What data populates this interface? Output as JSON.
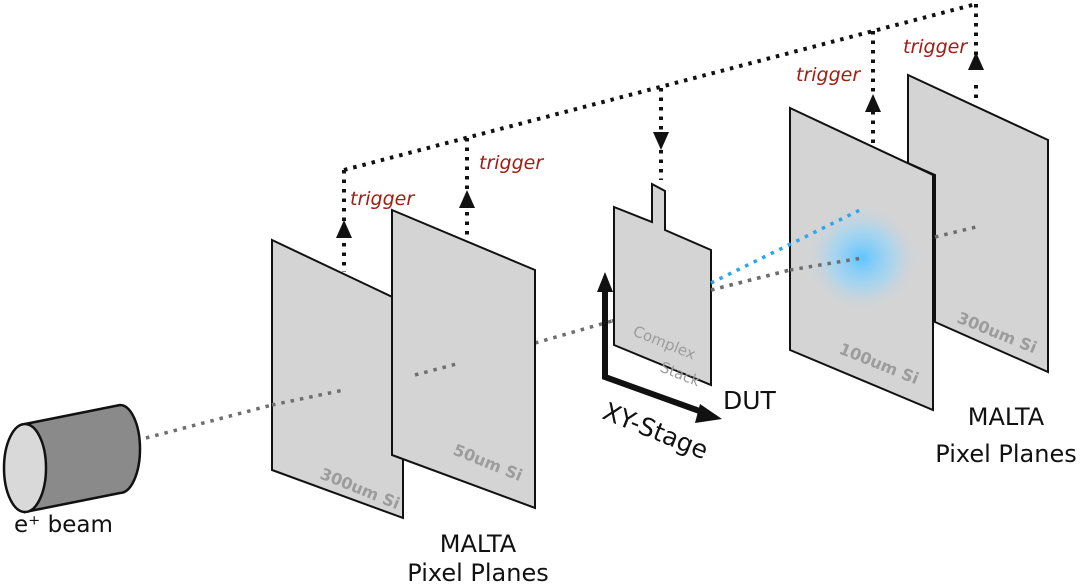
{
  "colors": {
    "plane_fill": "#d4d4d4",
    "outline": "#111111",
    "beam_path": "#6e6e6e",
    "trigger_text": "#a01e14",
    "laser": "#2aa6f0",
    "glow": "#5ec4ff",
    "plane_label": "#9c9c9c"
  },
  "source": {
    "label": "e⁺ beam"
  },
  "planes": [
    {
      "label": "300um Si"
    },
    {
      "label": "50um Si"
    },
    {
      "label": "100um Si"
    },
    {
      "label": "300um Si"
    }
  ],
  "triggers": [
    "trigger",
    "trigger",
    "trigger",
    "trigger"
  ],
  "dut": {
    "label": "DUT",
    "stack_line1": "Complex",
    "stack_line2": "Stack"
  },
  "stage": {
    "label": "XY-Stage"
  },
  "groups": [
    {
      "line1": "MALTA",
      "line2": "Pixel Planes"
    },
    {
      "line1": "MALTA",
      "line2": "Pixel Planes"
    }
  ]
}
